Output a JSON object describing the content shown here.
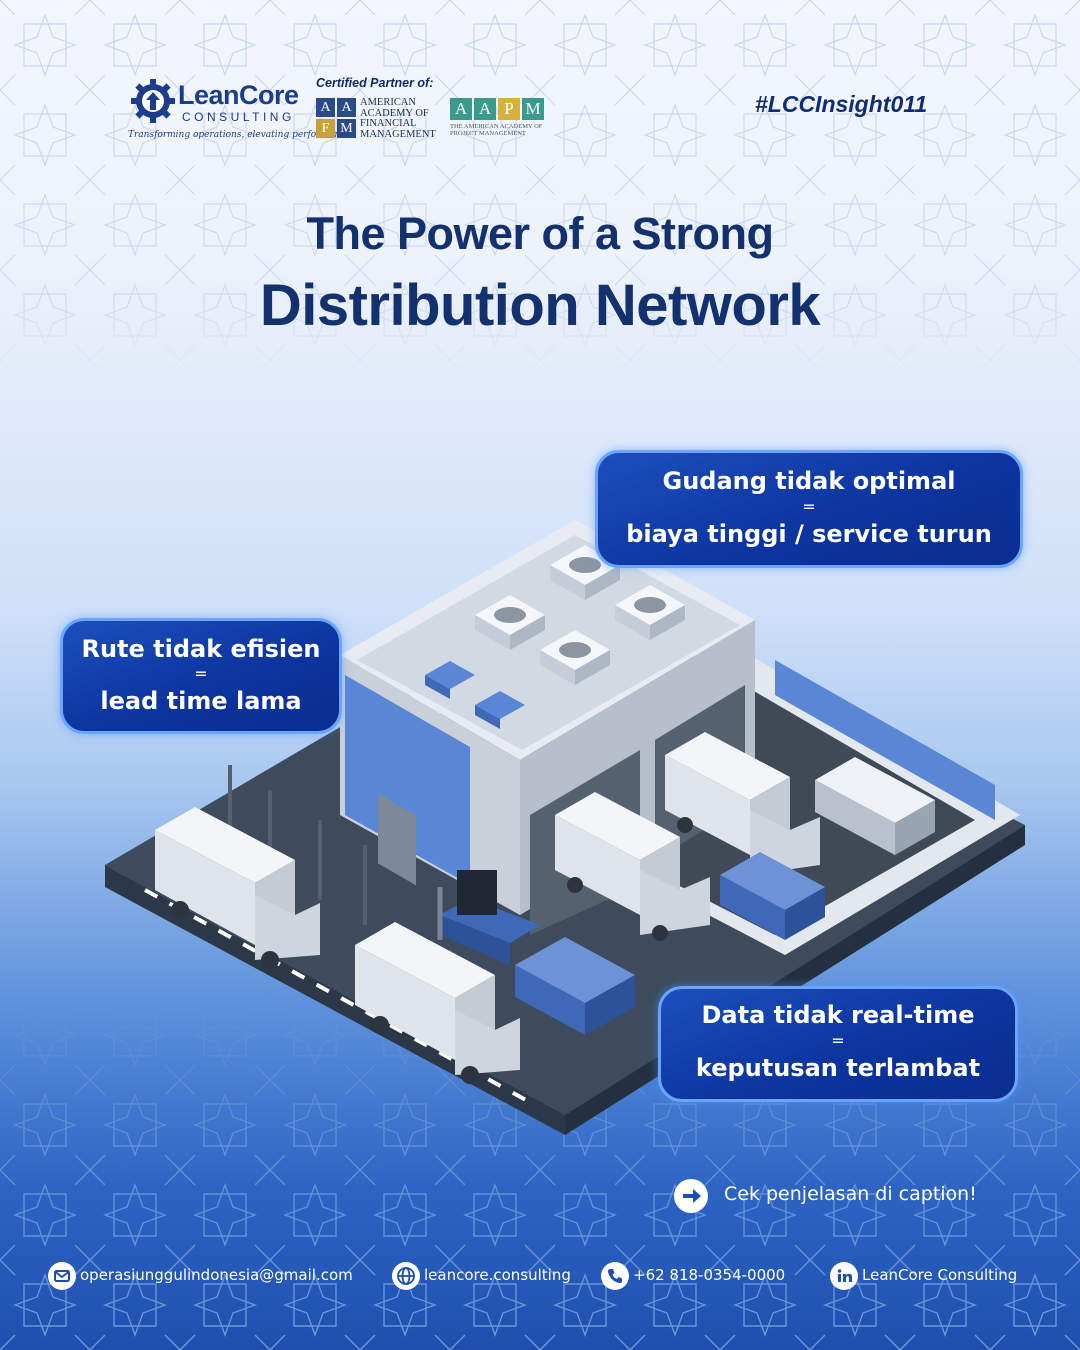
{
  "brand": {
    "name": "LeanCore",
    "sub": "CONSULTING",
    "tagline": "Transforming operations, elevating performance"
  },
  "certified_label": "Certified Partner of:",
  "partners": {
    "aafm": {
      "tiles": [
        "A",
        "A",
        "F",
        "M"
      ],
      "lines": [
        "AMERICAN",
        "ACADEMY OF",
        "FINANCIAL",
        "MANAGEMENT"
      ]
    },
    "aapm": {
      "letters": [
        "A",
        "A",
        "P",
        "M"
      ],
      "lines": [
        "THE AMERICAN ACADEMY OF",
        "PROJECT MANAGEMENT"
      ]
    }
  },
  "hashtag": "#LCCInsight011",
  "title": {
    "line1": "The Power of a Strong",
    "line2": "Distribution Network"
  },
  "callouts": {
    "warehouse": {
      "problem": "Gudang tidak optimal",
      "equals": "=",
      "impact": "biaya tinggi / service turun"
    },
    "route": {
      "problem": "Rute tidak efisien",
      "equals": "=",
      "impact": "lead time lama"
    },
    "data": {
      "problem": "Data tidak real-time",
      "equals": "=",
      "impact": "keputusan terlambat"
    }
  },
  "cta": {
    "icon": "arrow-right-icon",
    "text": "Cek penjelasan di caption!"
  },
  "contacts": {
    "email": {
      "icon": "mail-icon",
      "text": "operasiunggulindonesia@gmail.com"
    },
    "web": {
      "icon": "globe-icon",
      "text": "leancore.consulting"
    },
    "phone": {
      "icon": "phone-icon",
      "text": "+62 818-0354-0000"
    },
    "linkedin": {
      "icon": "linkedin-icon",
      "text": "LeanCore Consulting"
    }
  },
  "colors": {
    "navy": "#13306f",
    "callout_fill": "#0d35a0",
    "callout_border": "#6aa4ff",
    "accent_blue": "#5a86d6"
  }
}
